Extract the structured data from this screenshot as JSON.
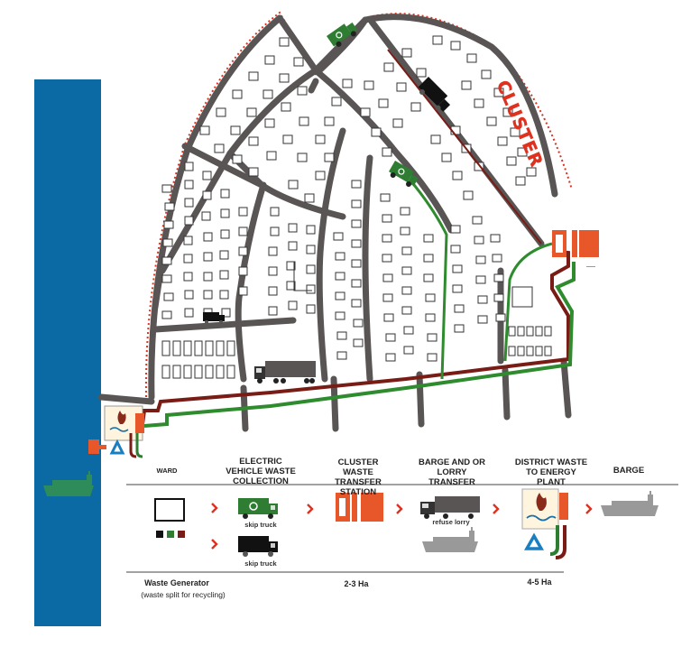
{
  "map": {
    "cluster_label": "CLUSTER"
  },
  "legend": {
    "steps": [
      {
        "header": "WARD"
      },
      {
        "header": "ELECTRIC VEHICLE WASTE COLLECTION"
      },
      {
        "header": "CLUSTER WASTE TRANSFER STATION"
      },
      {
        "header": "BARGE AND OR LORRY TRANSFER"
      },
      {
        "header": "DISTRICT WASTE TO ENERGY PLANT"
      },
      {
        "header": "BARGE"
      }
    ],
    "vehicle_labels": {
      "skip_truck_1": "skip truck",
      "skip_truck_2": "skip truck",
      "refuse_lorry": "refuse lorry"
    },
    "footer": {
      "generator": "Waste Generator",
      "generator_note": "(waste split for recycling)",
      "transfer_area": "2-3 Ha",
      "plant_area": "4-5 Ha"
    }
  },
  "colors": {
    "water": "#0b6aa3",
    "road": "#5a5555",
    "red_route": "#7a1c16",
    "green_route": "#2e8b2e",
    "orange": "#e8572a",
    "boundary_dots": "#e0301e",
    "truck_green": "#2e7d32"
  },
  "icons": [
    "recycle-icon",
    "flame-icon",
    "truck-icon",
    "barge-icon",
    "chevron-right-icon"
  ]
}
